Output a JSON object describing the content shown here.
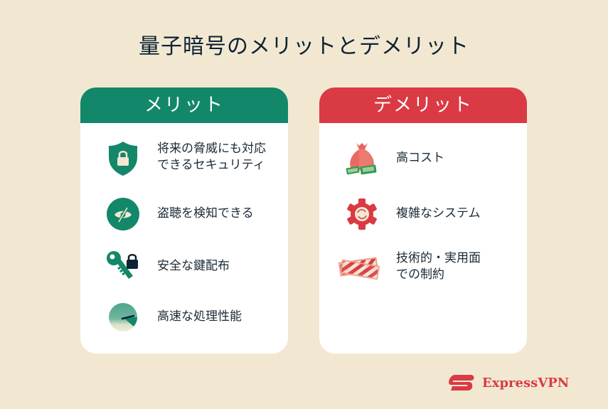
{
  "title": "量子暗号のメリットとデメリット",
  "pros": {
    "heading": "メリット",
    "color": "#13876a",
    "items": [
      {
        "icon": "shield-lock-icon",
        "label": "将来の脅威にも対応\nできるセキュリティ"
      },
      {
        "icon": "eye-slash-icon",
        "label": "盗聴を検知できる"
      },
      {
        "icon": "key-lock-icon",
        "label": "安全な鍵配布"
      },
      {
        "icon": "speedometer-icon",
        "label": "高速な処理性能"
      }
    ]
  },
  "cons": {
    "heading": "デメリット",
    "color": "#da3a44",
    "items": [
      {
        "icon": "money-bag-icon",
        "label": "高コスト"
      },
      {
        "icon": "gear-icon",
        "label": "複雑なシステム"
      },
      {
        "icon": "barrier-icon",
        "label": "技術的・実用面\nでの制約"
      }
    ]
  },
  "brand": {
    "name": "ExpressVPN",
    "color": "#da3a44"
  }
}
